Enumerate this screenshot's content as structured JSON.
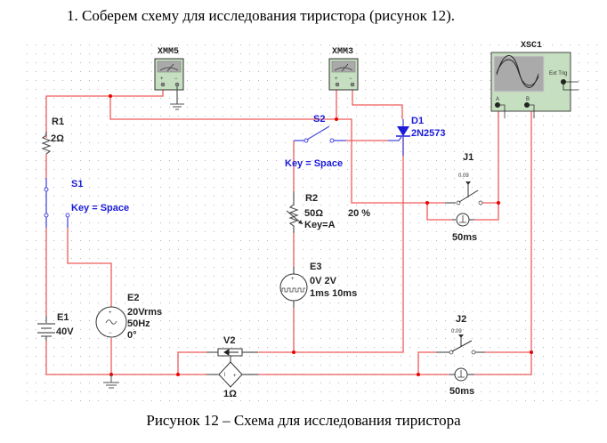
{
  "heading": "1. Соберем схему для исследования тиристора (рисунок 12).",
  "caption": "Рисунок 12 – Схема для исследования тиристора",
  "colors": {
    "wire": "#ef5a5a",
    "blue_component": "#1a1ad8",
    "instrument_fill": "#c6dfc0"
  },
  "components": {
    "xmm5": {
      "name": "XMM5"
    },
    "xmm3": {
      "name": "XMM3"
    },
    "xsc1": {
      "name": "XSC1",
      "ext_trig": "Ext Trig",
      "ch_a": "A",
      "ch_b": "B"
    },
    "r1": {
      "name": "R1",
      "value": "2Ω"
    },
    "s1": {
      "name": "S1",
      "key": "Key = Space"
    },
    "s2": {
      "name": "S2",
      "key": "Key = Space"
    },
    "d1": {
      "name": "D1",
      "model": "2N2573"
    },
    "r2": {
      "name": "R2",
      "value": "50Ω",
      "percent": "20 %",
      "key": "Key=A"
    },
    "e3": {
      "name": "E3",
      "voltages": "0V 2V",
      "timing": "1ms 10ms"
    },
    "e1": {
      "name": "E1",
      "value": "40V"
    },
    "e2": {
      "name": "E2",
      "amplitude": "20Vrms",
      "frequency": "50Hz",
      "phase": "0°"
    },
    "v2": {
      "name": "V2",
      "value": "1Ω"
    },
    "j1": {
      "name": "J1",
      "time_label": "0.09",
      "delay": "50ms"
    },
    "j2": {
      "name": "J2",
      "time_label": "0.09",
      "delay": "50ms"
    },
    "plus": "+",
    "minus": "−"
  }
}
